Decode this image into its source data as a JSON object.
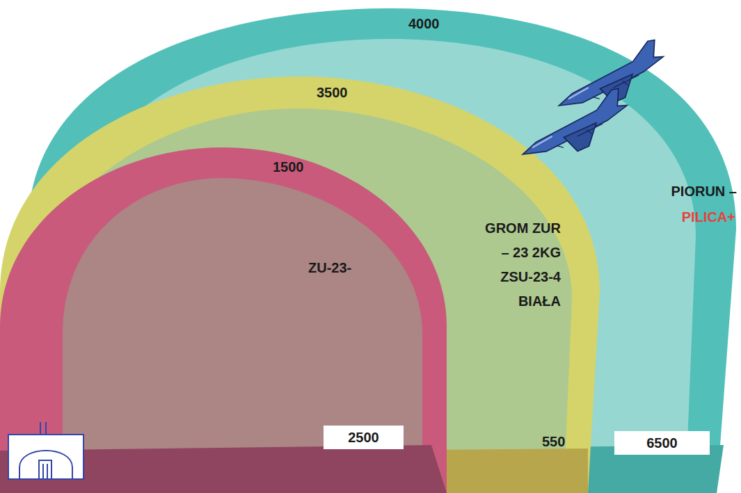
{
  "diagram": {
    "nodes": [
      {
        "text": [
          "4000",
          "PIORUN –",
          "PILICA+",
          "6500"
        ]
      },
      {
        "text": [
          "3500",
          "GROM ZUR – 23 2KG ZSU-23-4 BIAŁA",
          "550"
        ],
        "in": 0
      },
      {
        "text": [
          "1500",
          "ZU-23-",
          "2500"
        ],
        "in": 1
      }
    ]
  }
}
